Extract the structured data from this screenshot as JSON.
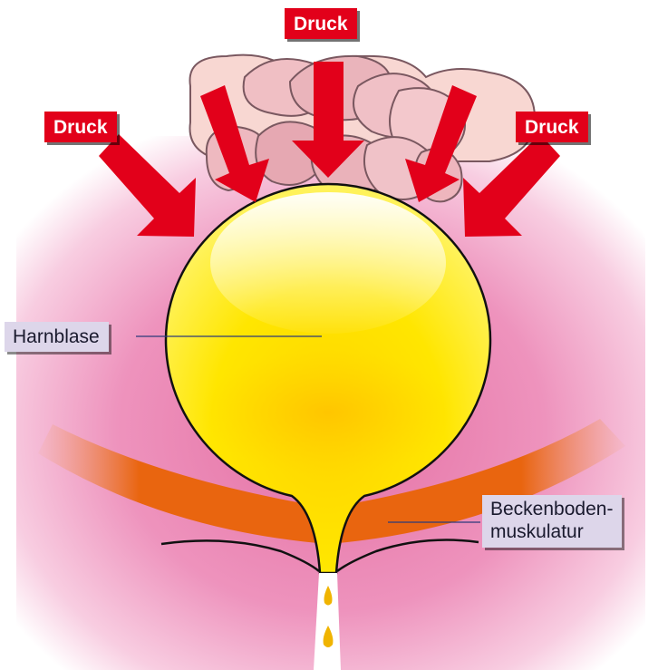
{
  "labels": {
    "pressure_top": "Druck",
    "pressure_left": "Druck",
    "pressure_right": "Druck",
    "bladder": "Harnblase",
    "pelvic_floor_line1": "Beckenboden-",
    "pelvic_floor_line2": "muskulatur"
  },
  "colors": {
    "arrow_red": "#e2001a",
    "bladder_yellow": "#ffe600",
    "muscle_orange": "#e9650f",
    "background_pink": "#ec88b4",
    "intestine_pink": "#f3b9c0",
    "callout_lavender": "#ddd6ea"
  }
}
